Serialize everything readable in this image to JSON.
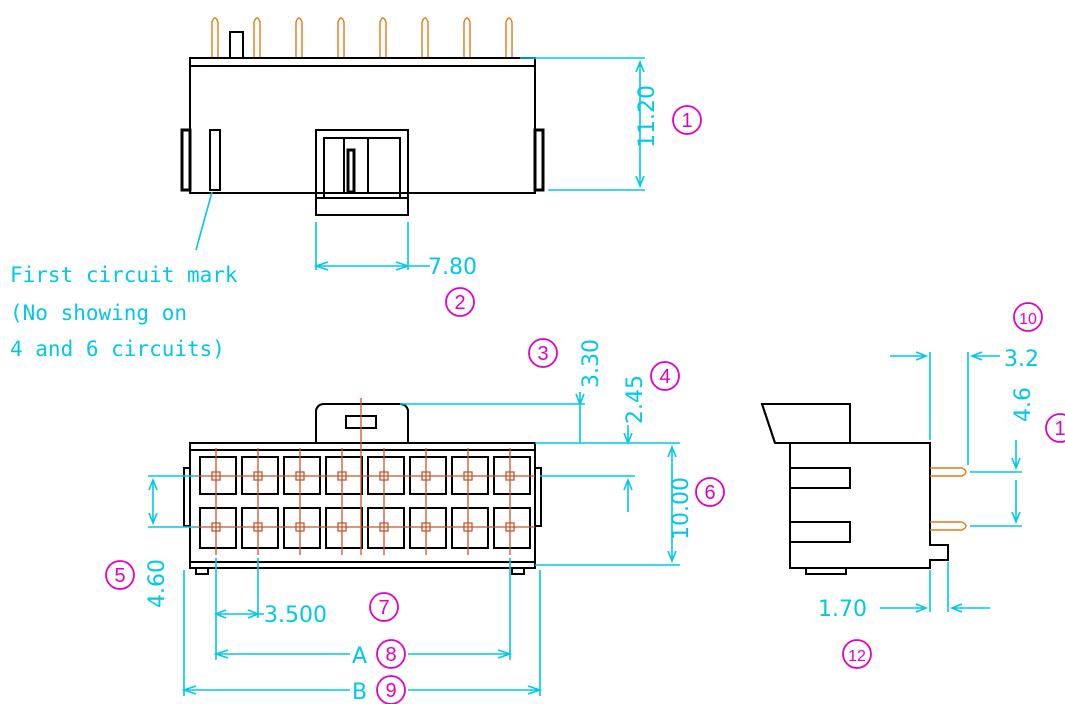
{
  "note": {
    "line1": "First circuit mark",
    "line2": "(No showing on",
    "line3": "4 and 6 circuits)"
  },
  "dimensions": {
    "d1": "11.20",
    "d2": "7.80",
    "d3": "3.30",
    "d4": "2.45",
    "d6": "10.00",
    "d5": "4.60",
    "d7": "3.500",
    "d8": "A",
    "d9": "B",
    "d10": "3.2",
    "d11": "4.6",
    "d12": "1.70"
  },
  "callouts": {
    "c1": "1",
    "c2": "2",
    "c3": "3",
    "c4": "4",
    "c5": "5",
    "c6": "6",
    "c7": "7",
    "c8": "8",
    "c9": "9",
    "c10": "10",
    "c11": "1",
    "c12": "12"
  },
  "colors": {
    "dimension": "#00c8e8",
    "callout": "#e000c8",
    "outline": "#000000",
    "pin": "#e07a1a"
  }
}
